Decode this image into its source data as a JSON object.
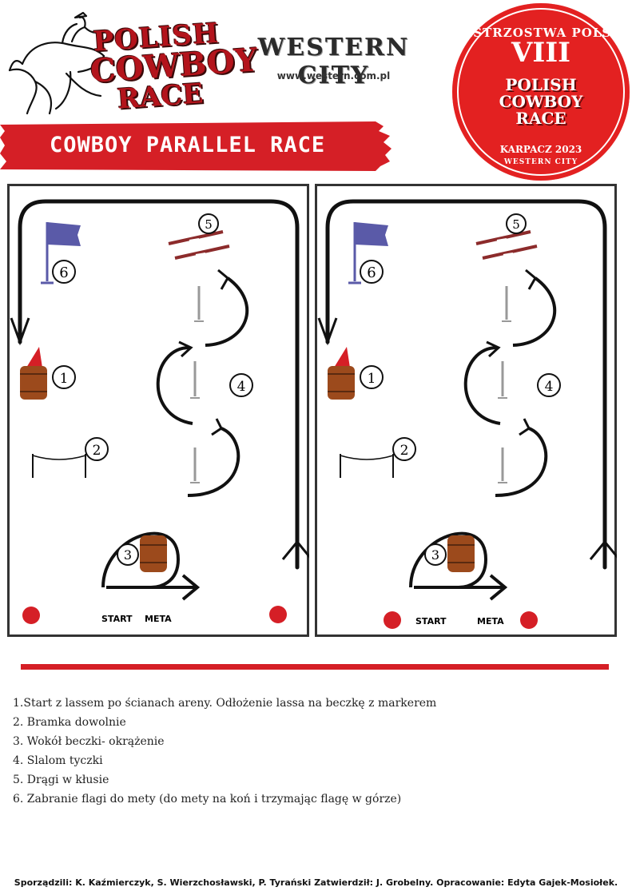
{
  "logos": {
    "polish_cowboy_race": [
      "POLISH",
      "COWBOY",
      "RACE"
    ],
    "western_city": {
      "title": "WESTERN CITY",
      "url": "www.western.com.pl"
    },
    "badge": {
      "top": "MISTRZOSTWA POLSKI",
      "number": "VIII",
      "logo": [
        "POLISH",
        "COWBOY",
        "RACE"
      ],
      "year": "KARPACZ 2023",
      "city": "WESTERN CITY"
    }
  },
  "title": "COWBOY PARALLEL RACE",
  "arenas": {
    "left": {
      "obstacle_numbers": [
        "1",
        "2",
        "3",
        "4",
        "5",
        "6"
      ],
      "start_label": "START",
      "finish_label": "META"
    },
    "right": {
      "obstacle_numbers": [
        "1",
        "2",
        "3",
        "4",
        "5",
        "6"
      ],
      "start_label": "START",
      "finish_label": "META"
    }
  },
  "colors": {
    "accent_red": "#d51f26",
    "flag_blue": "#5a5aa8",
    "barrel_brown": "#9c4a1c",
    "pole_red": "#8c2b2b"
  },
  "instructions": [
    "1.Start z lassem po ścianach areny. Odłożenie lassa na beczkę z markerem",
    "2. Bramka dowolnie",
    "3. Wokół beczki- okrążenie",
    "4. Slalom tyczki",
    "5. Drągi w kłusie",
    "6. Zabranie flagi do mety (do mety na koń i trzymając flagę w górze)"
  ],
  "credits": "Sporządzili: K. Kaźmierczyk, S. Wierzchosławski, P. Tyrański Zatwierdził: J. Grobelny. Opracowanie: Edyta Gajek-Mosiołek."
}
